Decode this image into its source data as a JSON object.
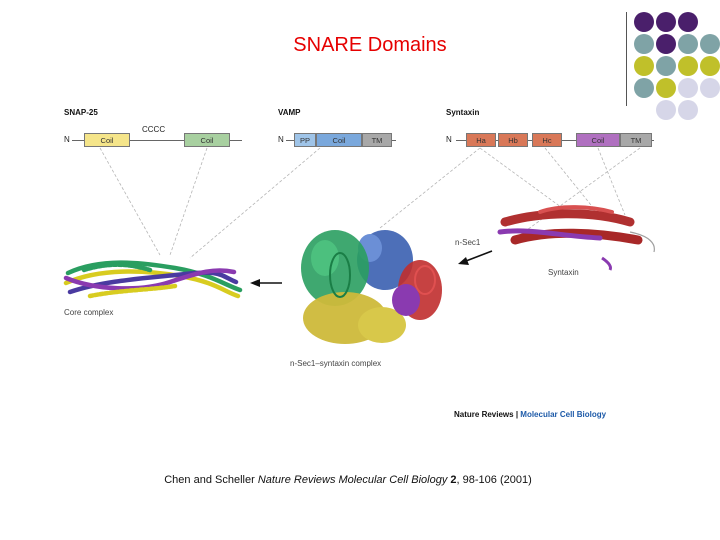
{
  "title": "SNARE Domains",
  "deco": {
    "dot_colors": [
      "#4a1f6b",
      "#4a1f6b",
      "#4a1f6b",
      "#7fa3a6",
      "#4a1f6b",
      "#7fa3a6",
      "#7fa3a6",
      "#c0c02a",
      "#7fa3a6",
      "#c0c02a",
      "#c0c02a",
      "#7fa3a6",
      "#c0c02a",
      "#d6d6e8",
      "#d6d6e8",
      "#d6d6e8",
      "#d6d6e8"
    ]
  },
  "snap25": {
    "name": "SNAP-25",
    "n": "N",
    "coil1": "Coil",
    "cccc": "CCCC",
    "coil2": "Coil"
  },
  "vamp": {
    "name": "VAMP",
    "n": "N",
    "pp": "PP",
    "coil": "Coil",
    "tm": "TM"
  },
  "syntaxin": {
    "name": "Syntaxin",
    "n": "N",
    "ha": "Ha",
    "hb": "Hb",
    "hc": "Hc",
    "coil": "Coil",
    "tm": "TM"
  },
  "labels": {
    "nsec1": "n-Sec1",
    "syntaxin": "Syntaxin",
    "core_complex": "Core complex",
    "nsec1_syntaxin_complex": "n-Sec1–syntaxin complex"
  },
  "credit": {
    "part1": "Nature Reviews",
    "sep": " | ",
    "part2": "Molecular Cell Biology"
  },
  "citation": {
    "authors": "Chen and Scheller",
    "journal": "Nature Reviews Molecular Cell Biology",
    "volume": "2",
    "rest": ", 98-106 (2001)"
  },
  "colors": {
    "snap_coil": "#f5e58a",
    "cccc_coil2": "#a8d0a0",
    "vamp_pp": "#9fc4e8",
    "vamp_coil": "#7aa8dc",
    "vamp_tm": "#9a9a9a",
    "syn_h": "#d97858",
    "syn_coil": "#b070c0",
    "syn_tm": "#9a9a9a",
    "accent": "#e60000"
  }
}
